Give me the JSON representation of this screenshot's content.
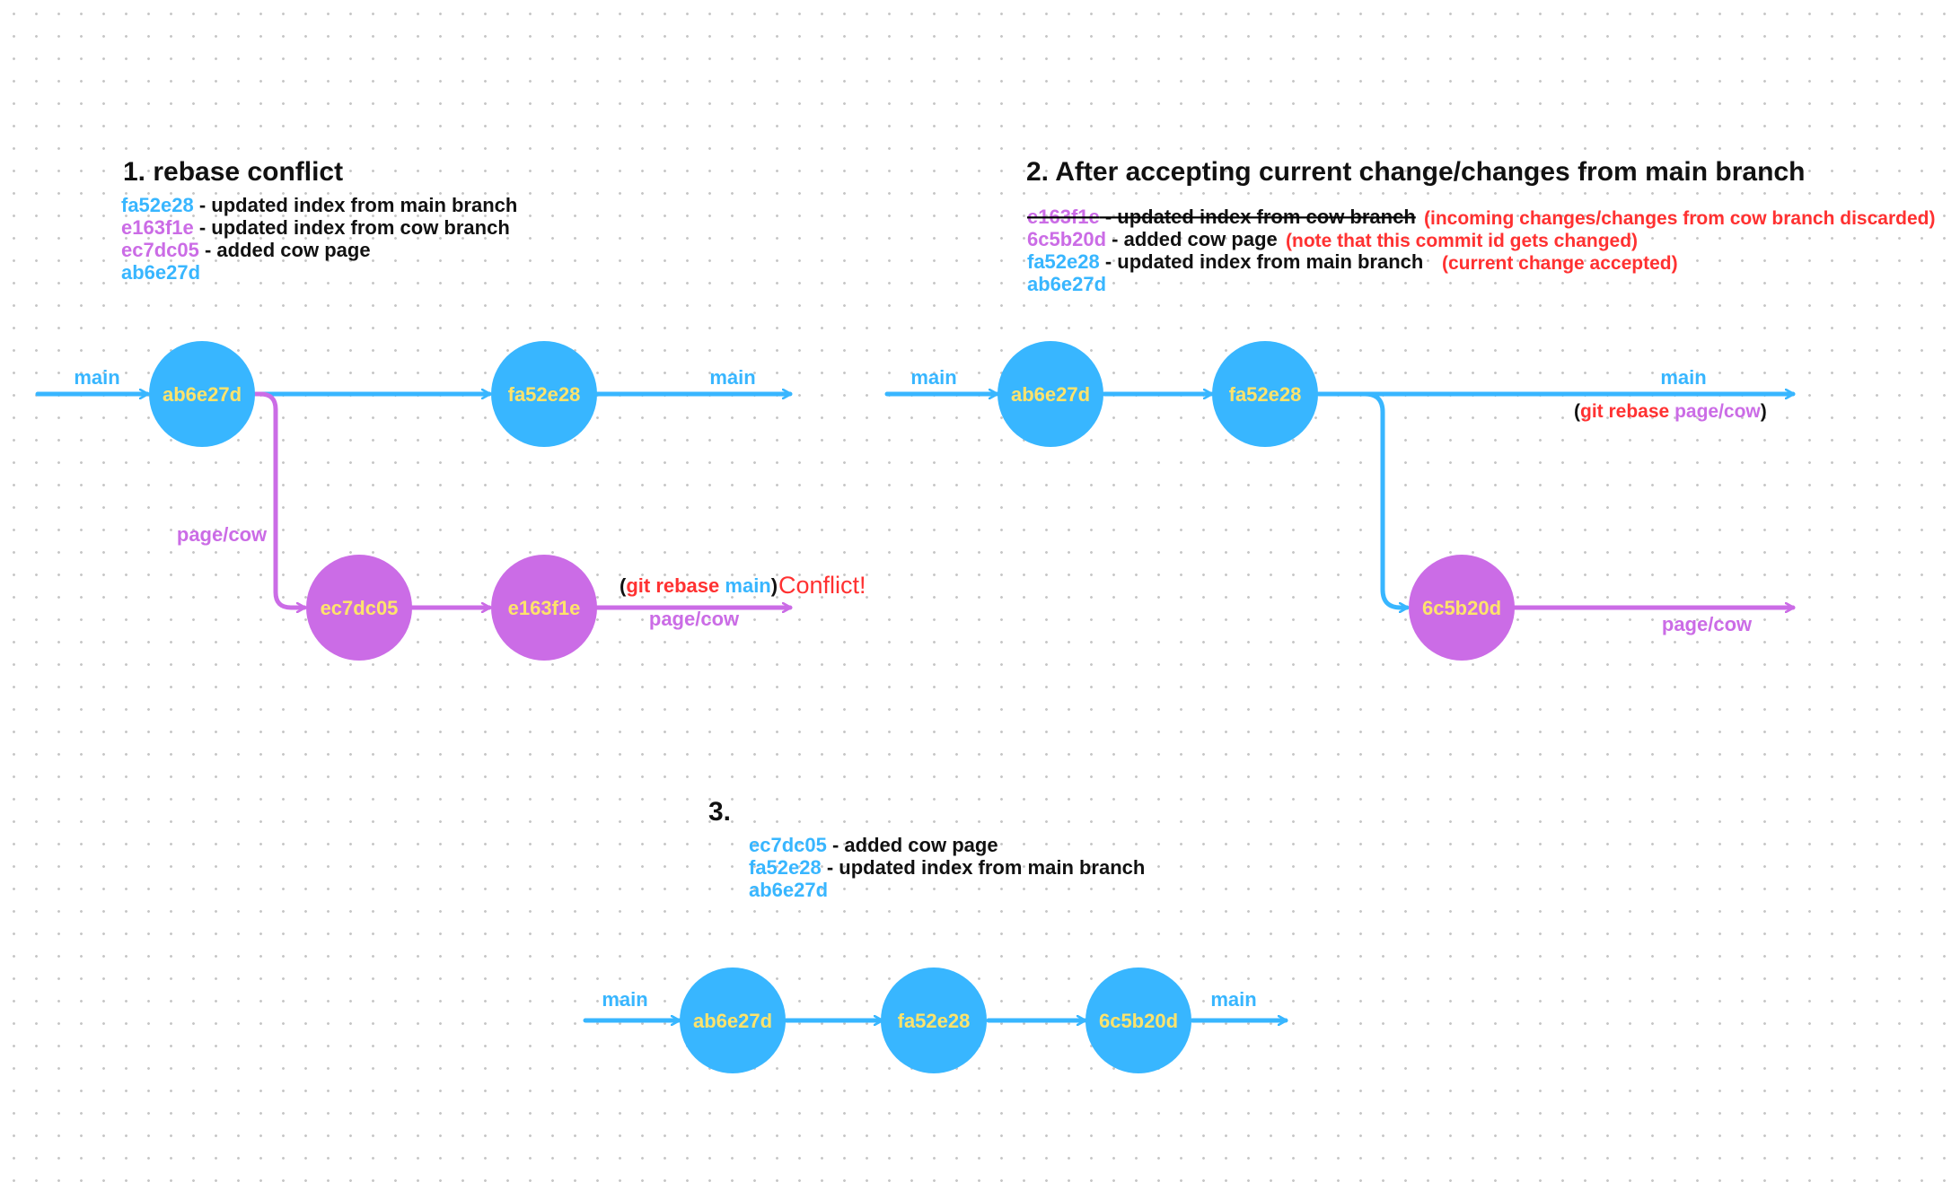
{
  "colors": {
    "main": "#38b6ff",
    "cow": "#cb6ce6",
    "alert": "#ff3131",
    "text": "#111111",
    "commit_label": "#ffe36b"
  },
  "section1": {
    "title": "1. rebase conflict",
    "log": [
      {
        "id": "fa52e28",
        "id_color": "main",
        "desc": " - updated index from main branch"
      },
      {
        "id": "e163f1e",
        "id_color": "cow",
        "desc": " - updated index from cow branch"
      },
      {
        "id": "ec7dc05",
        "id_color": "cow",
        "desc": " - added cow page"
      },
      {
        "id": "ab6e27d",
        "id_color": "main",
        "desc": ""
      }
    ],
    "main_label_in": "main",
    "main_label_out": "main",
    "branch_label": "page/cow",
    "branch_label_out": "page/cow",
    "commits_main": [
      "ab6e27d",
      "fa52e28"
    ],
    "commits_branch": [
      "ec7dc05",
      "e163f1e"
    ],
    "command": {
      "open": "(",
      "verb": "git rebase",
      "space": " ",
      "target": "main",
      "close": ")"
    },
    "conflict": "Conflict!"
  },
  "section2": {
    "title": "2. After accepting current change/changes from main branch",
    "log": [
      {
        "id": "e163f1e",
        "id_color": "cow",
        "desc": " - updated index from cow branch",
        "struck": true,
        "note": "(incoming changes/changes from cow branch discarded)"
      },
      {
        "id": "6c5b20d",
        "id_color": "cow",
        "desc": " - added cow page",
        "note": "(note that this commit id gets changed)"
      },
      {
        "id": "fa52e28",
        "id_color": "main",
        "desc": " - updated index from main branch",
        "note": "(current change accepted)"
      },
      {
        "id": "ab6e27d",
        "id_color": "main",
        "desc": ""
      }
    ],
    "main_label_in": "main",
    "main_label_out": "main",
    "branch_label_out": "page/cow",
    "commits_main": [
      "ab6e27d",
      "fa52e28"
    ],
    "commits_branch": [
      "6c5b20d"
    ],
    "command": {
      "open": "(",
      "verb": "git rebase",
      "space": " ",
      "target": "page/cow",
      "close": ")"
    }
  },
  "section3": {
    "title": "3.",
    "log": [
      {
        "id": "ec7dc05",
        "id_color": "main",
        "desc": " - added cow page"
      },
      {
        "id": "fa52e28",
        "id_color": "main",
        "desc": " - updated index from main branch"
      },
      {
        "id": "ab6e27d",
        "id_color": "main",
        "desc": ""
      }
    ],
    "main_label_in": "main",
    "main_label_out": "main",
    "commits_main": [
      "ab6e27d",
      "fa52e28",
      "6c5b20d"
    ]
  }
}
